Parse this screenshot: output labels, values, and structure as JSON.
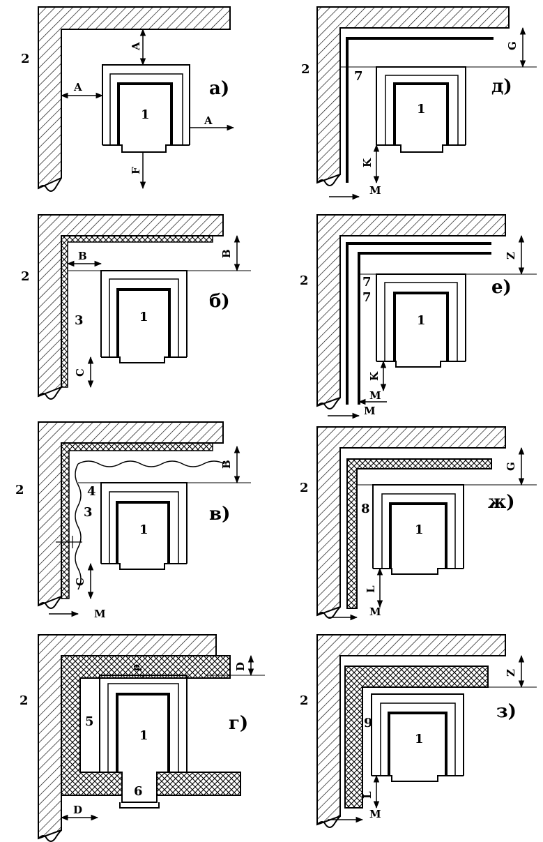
{
  "panels": [
    {
      "id": "a",
      "caption": "а)",
      "wall": "2",
      "unit": "1",
      "dims": [
        "A",
        "A",
        "A",
        "F"
      ]
    },
    {
      "id": "b",
      "caption": "б)",
      "wall": "2",
      "unit": "1",
      "layer": "3",
      "dims": [
        "B",
        "B",
        "C"
      ]
    },
    {
      "id": "v",
      "caption": "в)",
      "wall": "2",
      "unit": "1",
      "layer": "3",
      "layer2": "4",
      "dims": [
        "B",
        "C",
        "M"
      ]
    },
    {
      "id": "g",
      "caption": "г)",
      "wall": "2",
      "unit": "1",
      "layer": "5",
      "base": "6",
      "dims": [
        "D",
        "D",
        "ρ"
      ]
    },
    {
      "id": "d",
      "caption": "д)",
      "wall": "2",
      "unit": "1",
      "layer": "7",
      "dims": [
        "G",
        "K",
        "M"
      ]
    },
    {
      "id": "e",
      "caption": "е)",
      "wall": "2",
      "unit": "1",
      "layer": "7",
      "layer2": "7",
      "dims": [
        "Z",
        "K",
        "M",
        "M"
      ]
    },
    {
      "id": "zh",
      "caption": "ж)",
      "wall": "2",
      "unit": "1",
      "layer": "8",
      "dims": [
        "G",
        "L",
        "M"
      ]
    },
    {
      "id": "z",
      "caption": "з)",
      "wall": "2",
      "unit": "1",
      "layer": "9",
      "dims": [
        "Z",
        "L",
        "M"
      ]
    }
  ]
}
